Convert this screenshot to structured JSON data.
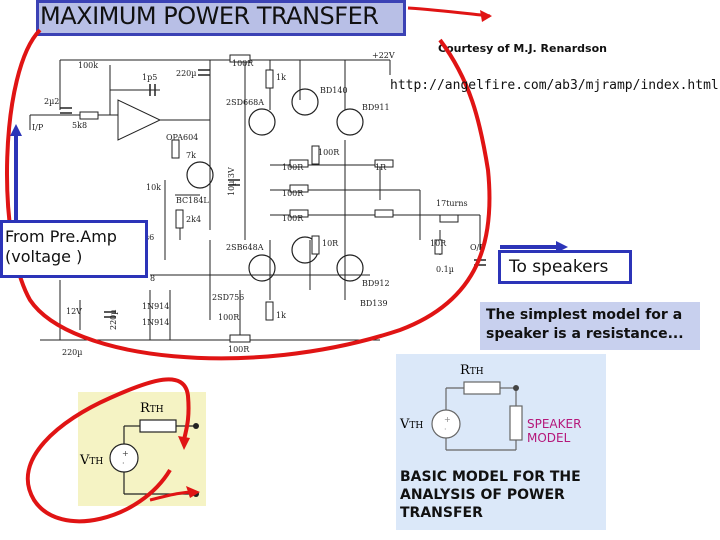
{
  "header": {
    "title": "MAXIMUM POWER TRANSFER",
    "courtesy": "Courtesy of M.J. Renardson",
    "url": "http://angelfire.com/ab3/mjramp/index.html"
  },
  "callouts": {
    "from_preamp_line1": "From Pre.Amp",
    "from_preamp_line2": "(voltage )",
    "to_speakers": "To speakers",
    "note": "The simplest model for a speaker is a resistance..."
  },
  "schematic": {
    "labels": {
      "r100k": "100k",
      "c1p5": "1p5",
      "c220u": "220µ",
      "r100r_top": "100R",
      "vplus": "+22V",
      "r1k_top": "1k",
      "bd140": "BD140",
      "bd911": "BD911",
      "sd668a": "2SD668A",
      "c2p2": "2µ2",
      "r5k8": "5k8",
      "ip": "I/P",
      "opa604": "OPA604",
      "r7k": "7k",
      "r100r_mid": "100R",
      "r1r": "1R",
      "r10k": "10k",
      "bc184": "BC184L",
      "c10u": "10µ 3V",
      "r100r_a": "100R",
      "r100r_b": "100R",
      "r100r_c": "100R",
      "r17turns": "17turns",
      "r2k4": "2k4",
      "sb648a": "2SB648A",
      "r10r_mid": "10R",
      "r10r_right": "10R",
      "op": "O/P",
      "c0u1": "0.1µ",
      "sd756": "2SD756",
      "in914a": "1N914",
      "in914b": "1N914",
      "bd139": "BD139",
      "bd912": "BD912",
      "v12": "12V",
      "c220u_b": "220µ",
      "r100r_bot": "100R",
      "r1k_bot": "1k",
      "c220u_c": "220µ",
      "r100r_low": "100R",
      "r8": "8",
      "s6": "s6"
    }
  },
  "thevenin_left": {
    "rth": "R",
    "rth_sub": "TH",
    "vth": "V",
    "vth_sub": "TH"
  },
  "thevenin_right": {
    "rth": "R",
    "rth_sub": "TH",
    "vth": "V",
    "vth_sub": "TH",
    "speaker_line1": "SPEAKER",
    "speaker_line2": "MODEL",
    "caption_line1": "BASIC MODEL FOR THE",
    "caption_line2": "ANALYSIS OF POWER",
    "caption_line3": "TRANSFER"
  },
  "colors": {
    "title_bg": "#b8bfe6",
    "title_border": "#3b42b5",
    "annotation_red": "#e01414",
    "callout_border": "#2c34b8",
    "arrow_blue": "#2c34b8",
    "note_bg": "#c8d0ee",
    "left_panel_bg": "#f5f3c4",
    "right_panel_bg": "#dbe8f9",
    "speaker_text": "#b5177a"
  }
}
